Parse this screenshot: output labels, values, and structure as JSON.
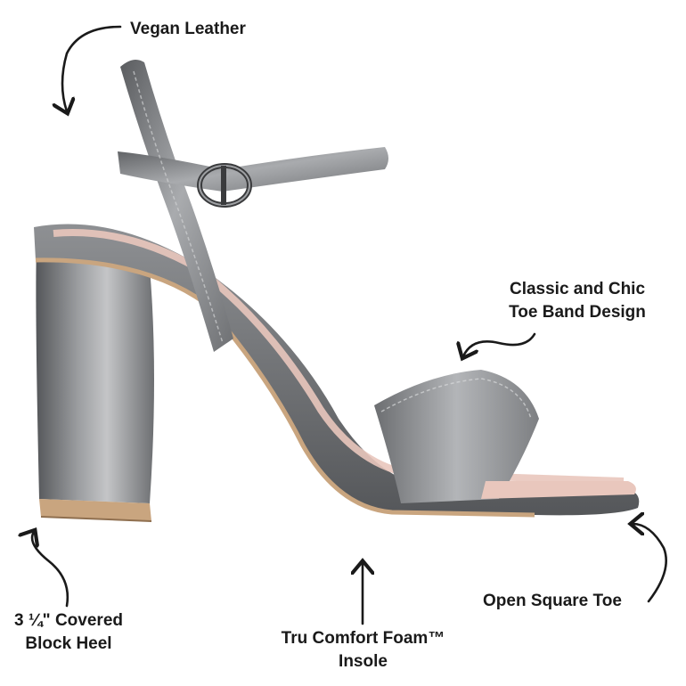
{
  "annotations": {
    "vegan_leather": [
      "Vegan Leather"
    ],
    "toe_band": [
      "Classic and Chic",
      "Toe Band Design"
    ],
    "block_heel": [
      "3 ¼\" Covered",
      "Block Heel"
    ],
    "insole": [
      "Tru Comfort Foam™",
      "Insole"
    ],
    "open_toe": [
      "Open Square Toe"
    ]
  },
  "colors": {
    "metal_dark": "#5b5d60",
    "metal_mid": "#8a8c8f",
    "metal_light": "#c9cacc",
    "sole_tan": "#c9a57f",
    "insole_pink": "#e9c7bd",
    "text": "#1a1a1a"
  },
  "icons": [
    "curved-arrow-icon",
    "straight-arrow-icon",
    "buckle-icon"
  ]
}
